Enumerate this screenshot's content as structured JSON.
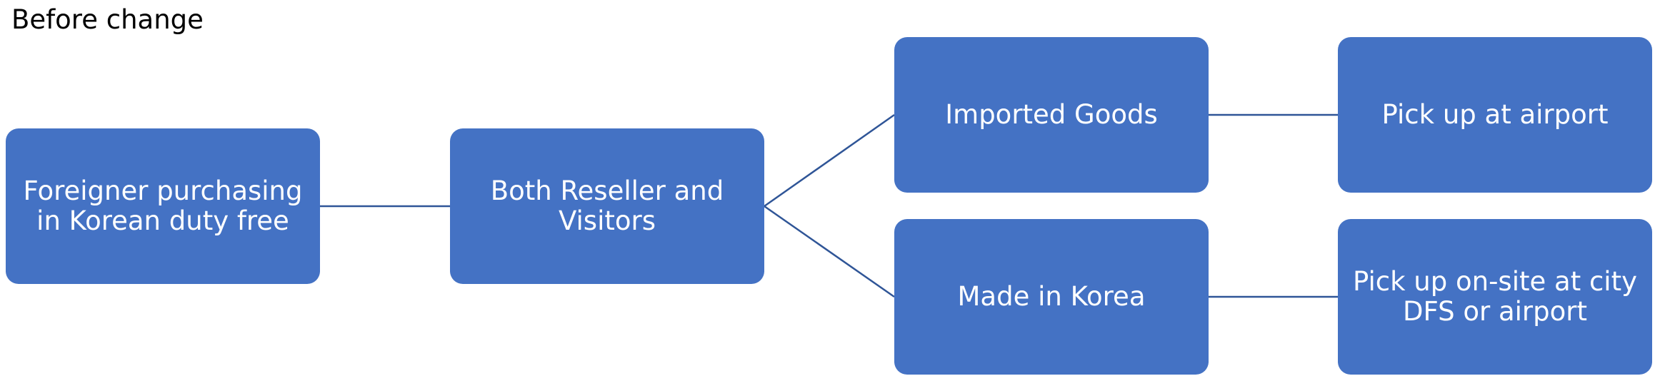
{
  "title": "Before change",
  "colors": {
    "node_fill": "#4472C4",
    "connector": "#2F5597",
    "text": "#FFFFFF"
  },
  "nodes": {
    "start": "Foreigner purchasing in Korean duty free",
    "buyers": "Both Reseller and Visitors",
    "imported": "Imported Goods",
    "airport_pickup": "Pick up at airport",
    "made_in_korea": "Made in Korea",
    "city_pickup": "Pick up on-site at city DFS or airport"
  },
  "edges": [
    {
      "from": "start",
      "to": "buyers"
    },
    {
      "from": "buyers",
      "to": "imported"
    },
    {
      "from": "buyers",
      "to": "made_in_korea"
    },
    {
      "from": "imported",
      "to": "airport_pickup"
    },
    {
      "from": "made_in_korea",
      "to": "city_pickup"
    }
  ]
}
